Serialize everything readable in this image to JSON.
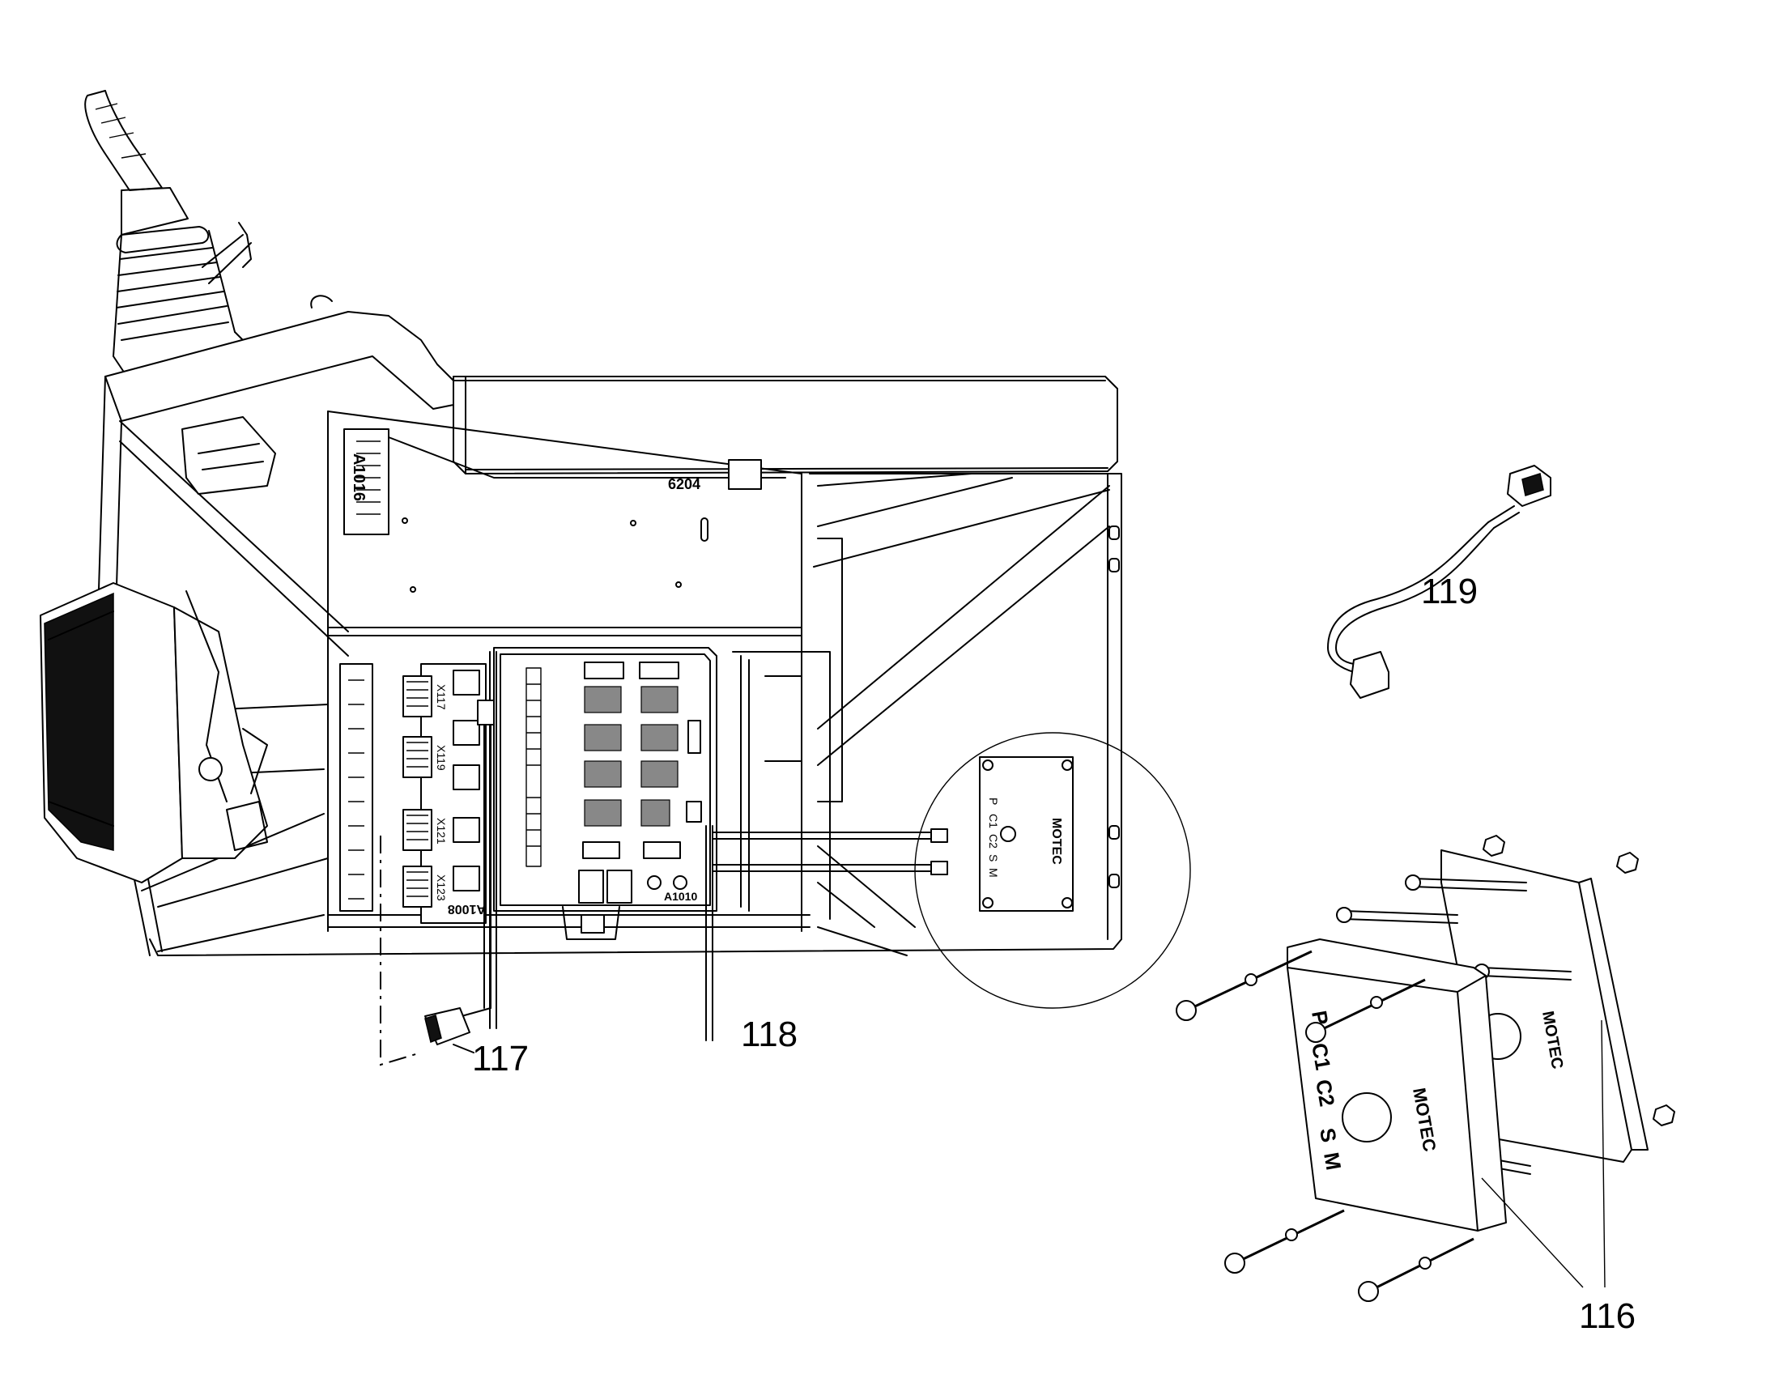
{
  "callouts": {
    "c116": "116",
    "c117": "117",
    "c118": "118",
    "c119": "119"
  },
  "markings": {
    "a1016": "A1016",
    "a1008": "A1008",
    "a1010": "A1010",
    "part_no": "6204",
    "x117": "X117",
    "x119": "X119",
    "x121": "X121",
    "x123": "X123",
    "motec": "MOTEC",
    "p": "P",
    "c1": "C1",
    "c2": "C2",
    "s": "S",
    "m": "M"
  }
}
